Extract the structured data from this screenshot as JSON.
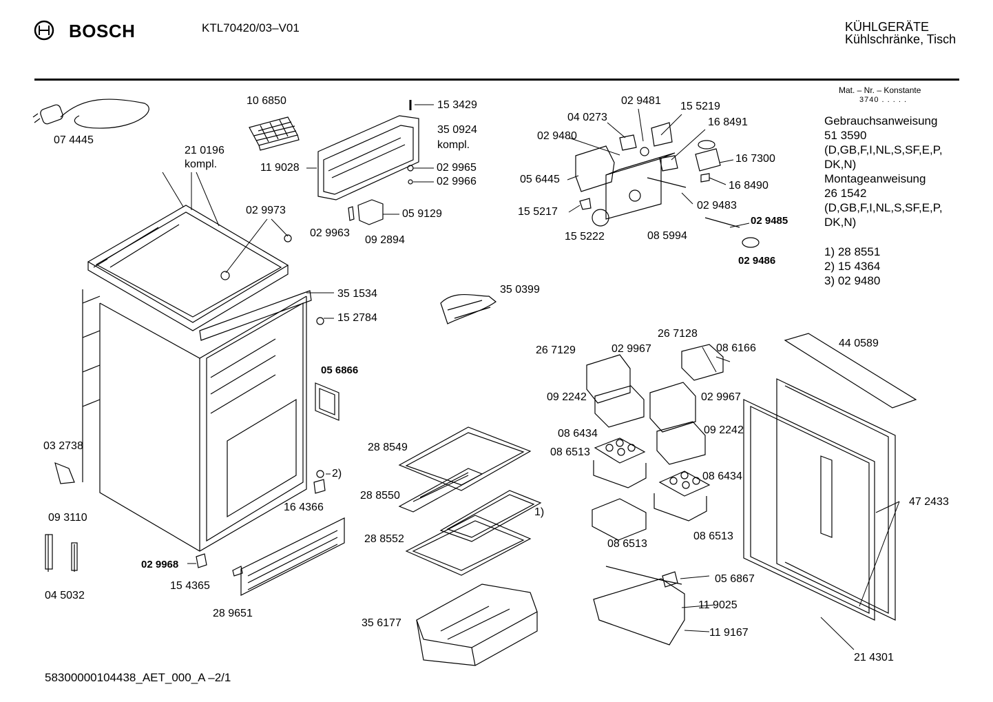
{
  "header": {
    "brand": "BOSCH",
    "model": "KTL70420/03–V01",
    "category": "KÜHLGERÄTE",
    "subcategory": "Kühlschränke, Tisch"
  },
  "info": {
    "mat_label": "Mat. – Nr. – Konstante",
    "mat_value": "3740  .  .  .  .  .",
    "lines": [
      "Gebrauchsanweisung",
      "51 3590",
      "(D,GB,F,I,NL,S,SF,E,P,",
      "DK,N)",
      "Montageanweisung",
      "26 1542",
      "(D,GB,F,I,NL,S,SF,E,P,",
      "DK,N)",
      "",
      "1) 28 8551",
      "2) 15 4364",
      "3) 02 9480"
    ]
  },
  "parts": [
    "07 4445",
    "10 6850",
    "15 3429",
    "35 0924",
    "kompl.",
    "11 9028",
    "02 9965",
    "02 9966",
    "02 9963",
    "05 9129",
    "09 2894",
    "21  0196",
    "kompl.",
    "02 9973",
    "35 1534",
    "15 2784",
    "35 0399",
    "02 9481",
    "15 5219",
    "04 0273",
    "16 8491",
    "02 9480",
    "16 7300",
    "05 6445",
    "16 8490",
    "02 9483",
    "15 5217",
    "15 5222",
    "08 5994",
    "02 9485",
    "02 9486",
    "05 6866",
    "03 2738",
    "2)",
    "16 4366",
    "09 3110",
    "04 5032",
    "02 9968",
    "15 4365",
    "28 9651",
    "28 8549",
    "28 8550",
    "28 8552",
    "1)",
    "35 6177",
    "26 7129",
    "02 9967",
    "26 7128",
    "08 6166",
    "09 2242",
    "02 9967",
    "09 2242",
    "08 6434",
    "08 6513",
    "08 6434",
    "08 6513",
    "08 6513",
    "44 0589",
    "47 2433",
    "05 6867",
    "11 9025",
    "11 9167",
    "21 4301"
  ],
  "footer": "58300000104438_AET_000_A  –2/1"
}
